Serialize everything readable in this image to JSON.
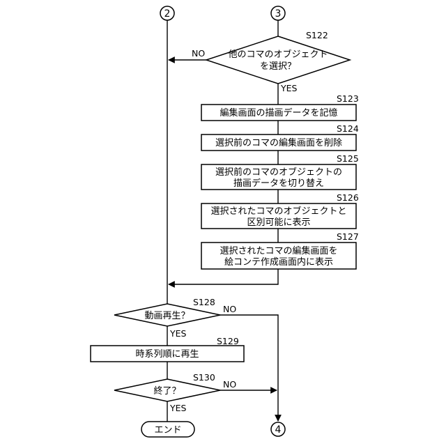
{
  "connectors": {
    "c2": "2",
    "c3": "3",
    "c4": "4"
  },
  "steps": {
    "s122": {
      "label": "S122",
      "lines": [
        "他のコマのオブジェクト",
        "を選択？"
      ],
      "no": "NO",
      "yes": "YES"
    },
    "s123": {
      "label": "S123",
      "lines": [
        "編集画面の描画データを記憶"
      ]
    },
    "s124": {
      "label": "S124",
      "lines": [
        "選択前のコマの編集画面を削除"
      ]
    },
    "s125": {
      "label": "S125",
      "lines": [
        "選択前のコマのオブジェクトの",
        "描画データを切り替え"
      ]
    },
    "s126": {
      "label": "S126",
      "lines": [
        "選択されたコマのオブジェクトと",
        "区別可能に表示"
      ]
    },
    "s127": {
      "label": "S127",
      "lines": [
        "選択されたコマの編集画面を",
        "絵コンテ作成画面内に表示"
      ]
    },
    "s128": {
      "label": "S128",
      "lines": [
        "動画再生？"
      ],
      "no": "NO",
      "yes": "YES"
    },
    "s129": {
      "label": "S129",
      "lines": [
        "時系列順に再生"
      ]
    },
    "s130": {
      "label": "S130",
      "lines": [
        "終了？"
      ],
      "no": "NO",
      "yes": "YES"
    }
  },
  "terminal": {
    "end": "エンド"
  }
}
